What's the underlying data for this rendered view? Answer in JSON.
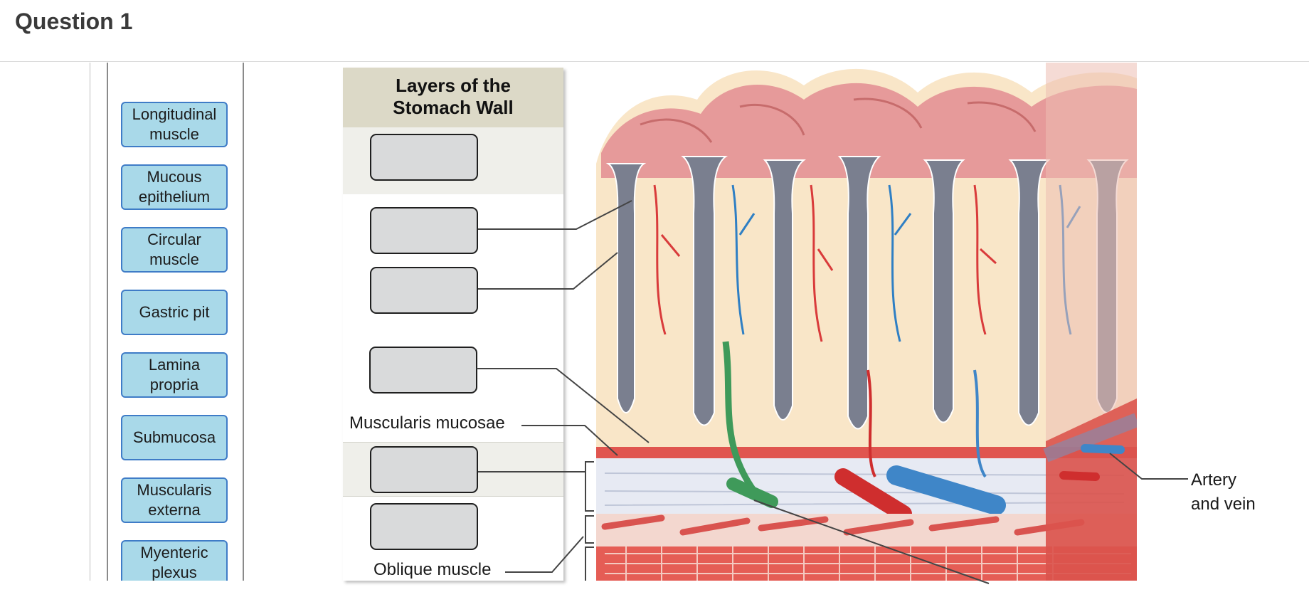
{
  "question": {
    "title": "Question 1"
  },
  "bank": {
    "items": [
      {
        "label": "Longitudinal muscle"
      },
      {
        "label": "Mucous epithelium"
      },
      {
        "label": "Circular muscle"
      },
      {
        "label": "Gastric pit"
      },
      {
        "label": "Lamina propria"
      },
      {
        "label": "Submucosa"
      },
      {
        "label": "Muscularis externa"
      },
      {
        "label": "Myenteric plexus"
      }
    ]
  },
  "diagram": {
    "title_line1": "Layers of the",
    "title_line2": "Stomach Wall",
    "label_muscularis_mucosae": "Muscularis mucosae",
    "label_oblique_muscle": "Oblique muscle",
    "label_artery_line1": "Artery",
    "label_artery_line2": "and vein"
  },
  "colors": {
    "chip_fill": "#a9d9e9",
    "chip_border": "#3f7cc7",
    "target_fill": "#d9dadb",
    "panel_header": "#dcd9c7"
  }
}
